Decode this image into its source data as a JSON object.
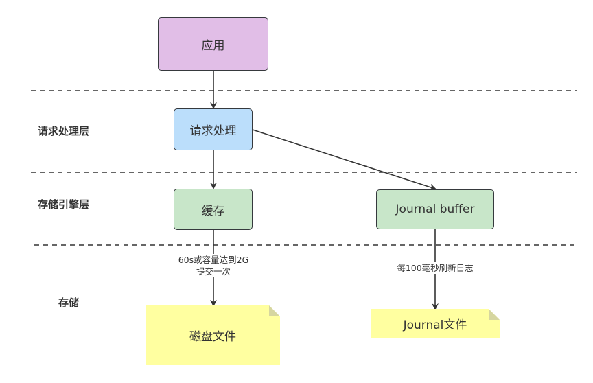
{
  "layers": {
    "request": "请求处理层",
    "engine": "存储引擎层",
    "storage": "存储"
  },
  "nodes": {
    "app": "应用",
    "request": "请求处理",
    "cache": "缓存",
    "journal_buffer": "Journal buffer",
    "disk_file": "磁盘文件",
    "journal_file": "Journal文件"
  },
  "edges": {
    "cache_to_disk": [
      "60s或容量达到2G",
      "提交一次"
    ],
    "buffer_to_journal": "每100毫秒刷新日志"
  },
  "colors": {
    "app_fill": "#e1bee7",
    "request_fill": "#bbdefb",
    "cache_fill": "#c8e6c9",
    "note_fill": "#ffffa0",
    "stroke": "#36393d"
  }
}
